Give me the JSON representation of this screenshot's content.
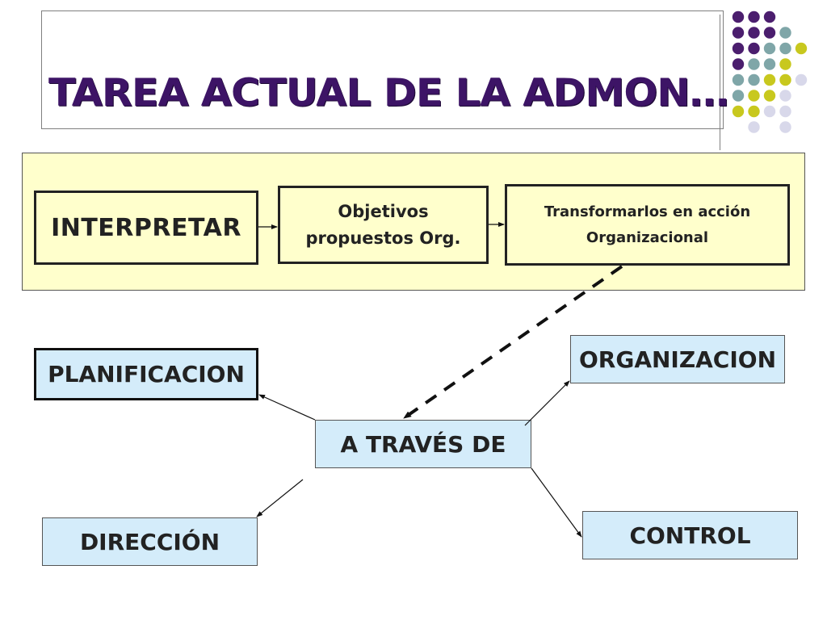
{
  "slide": {
    "title": "TAREA ACTUAL DE LA ADMON…"
  },
  "process": {
    "step1": "INTERPRETAR",
    "step2_line1": "Objetivos",
    "step2_line2": "propuestos Org.",
    "step3_line1": "Transformarlos en acción",
    "step3_line2": "Organizacional"
  },
  "functions": {
    "center": "A TRAVÉS DE",
    "planificacion": "PLANIFICACION",
    "organizacion": "ORGANIZACION",
    "direccion": "DIRECCIÓN",
    "control": "CONTROL"
  },
  "colors": {
    "title": "#3d1466",
    "band": "#ffffcc",
    "function_box": "#d4ecfa",
    "dot_purple": "#4b1e6e",
    "dot_teal": "#7fa6a8",
    "dot_yellow": "#c8c81e",
    "dot_lavender": "#d8d8ea"
  },
  "decoration": {
    "dot_grid": [
      [
        "purple",
        "purple",
        "purple",
        "",
        "",
        ""
      ],
      [
        "purple",
        "purple",
        "purple",
        "teal",
        "",
        ""
      ],
      [
        "purple",
        "purple",
        "teal",
        "teal",
        "yellow",
        ""
      ],
      [
        "purple",
        "teal",
        "teal",
        "yellow",
        "",
        ""
      ],
      [
        "teal",
        "teal",
        "yellow",
        "yellow",
        "lavender",
        ""
      ],
      [
        "teal",
        "yellow",
        "yellow",
        "lavender",
        "",
        ""
      ],
      [
        "yellow",
        "yellow",
        "lavender",
        "lavender",
        "",
        ""
      ],
      [
        "",
        "lavender",
        "",
        "lavender",
        "",
        ""
      ]
    ]
  }
}
